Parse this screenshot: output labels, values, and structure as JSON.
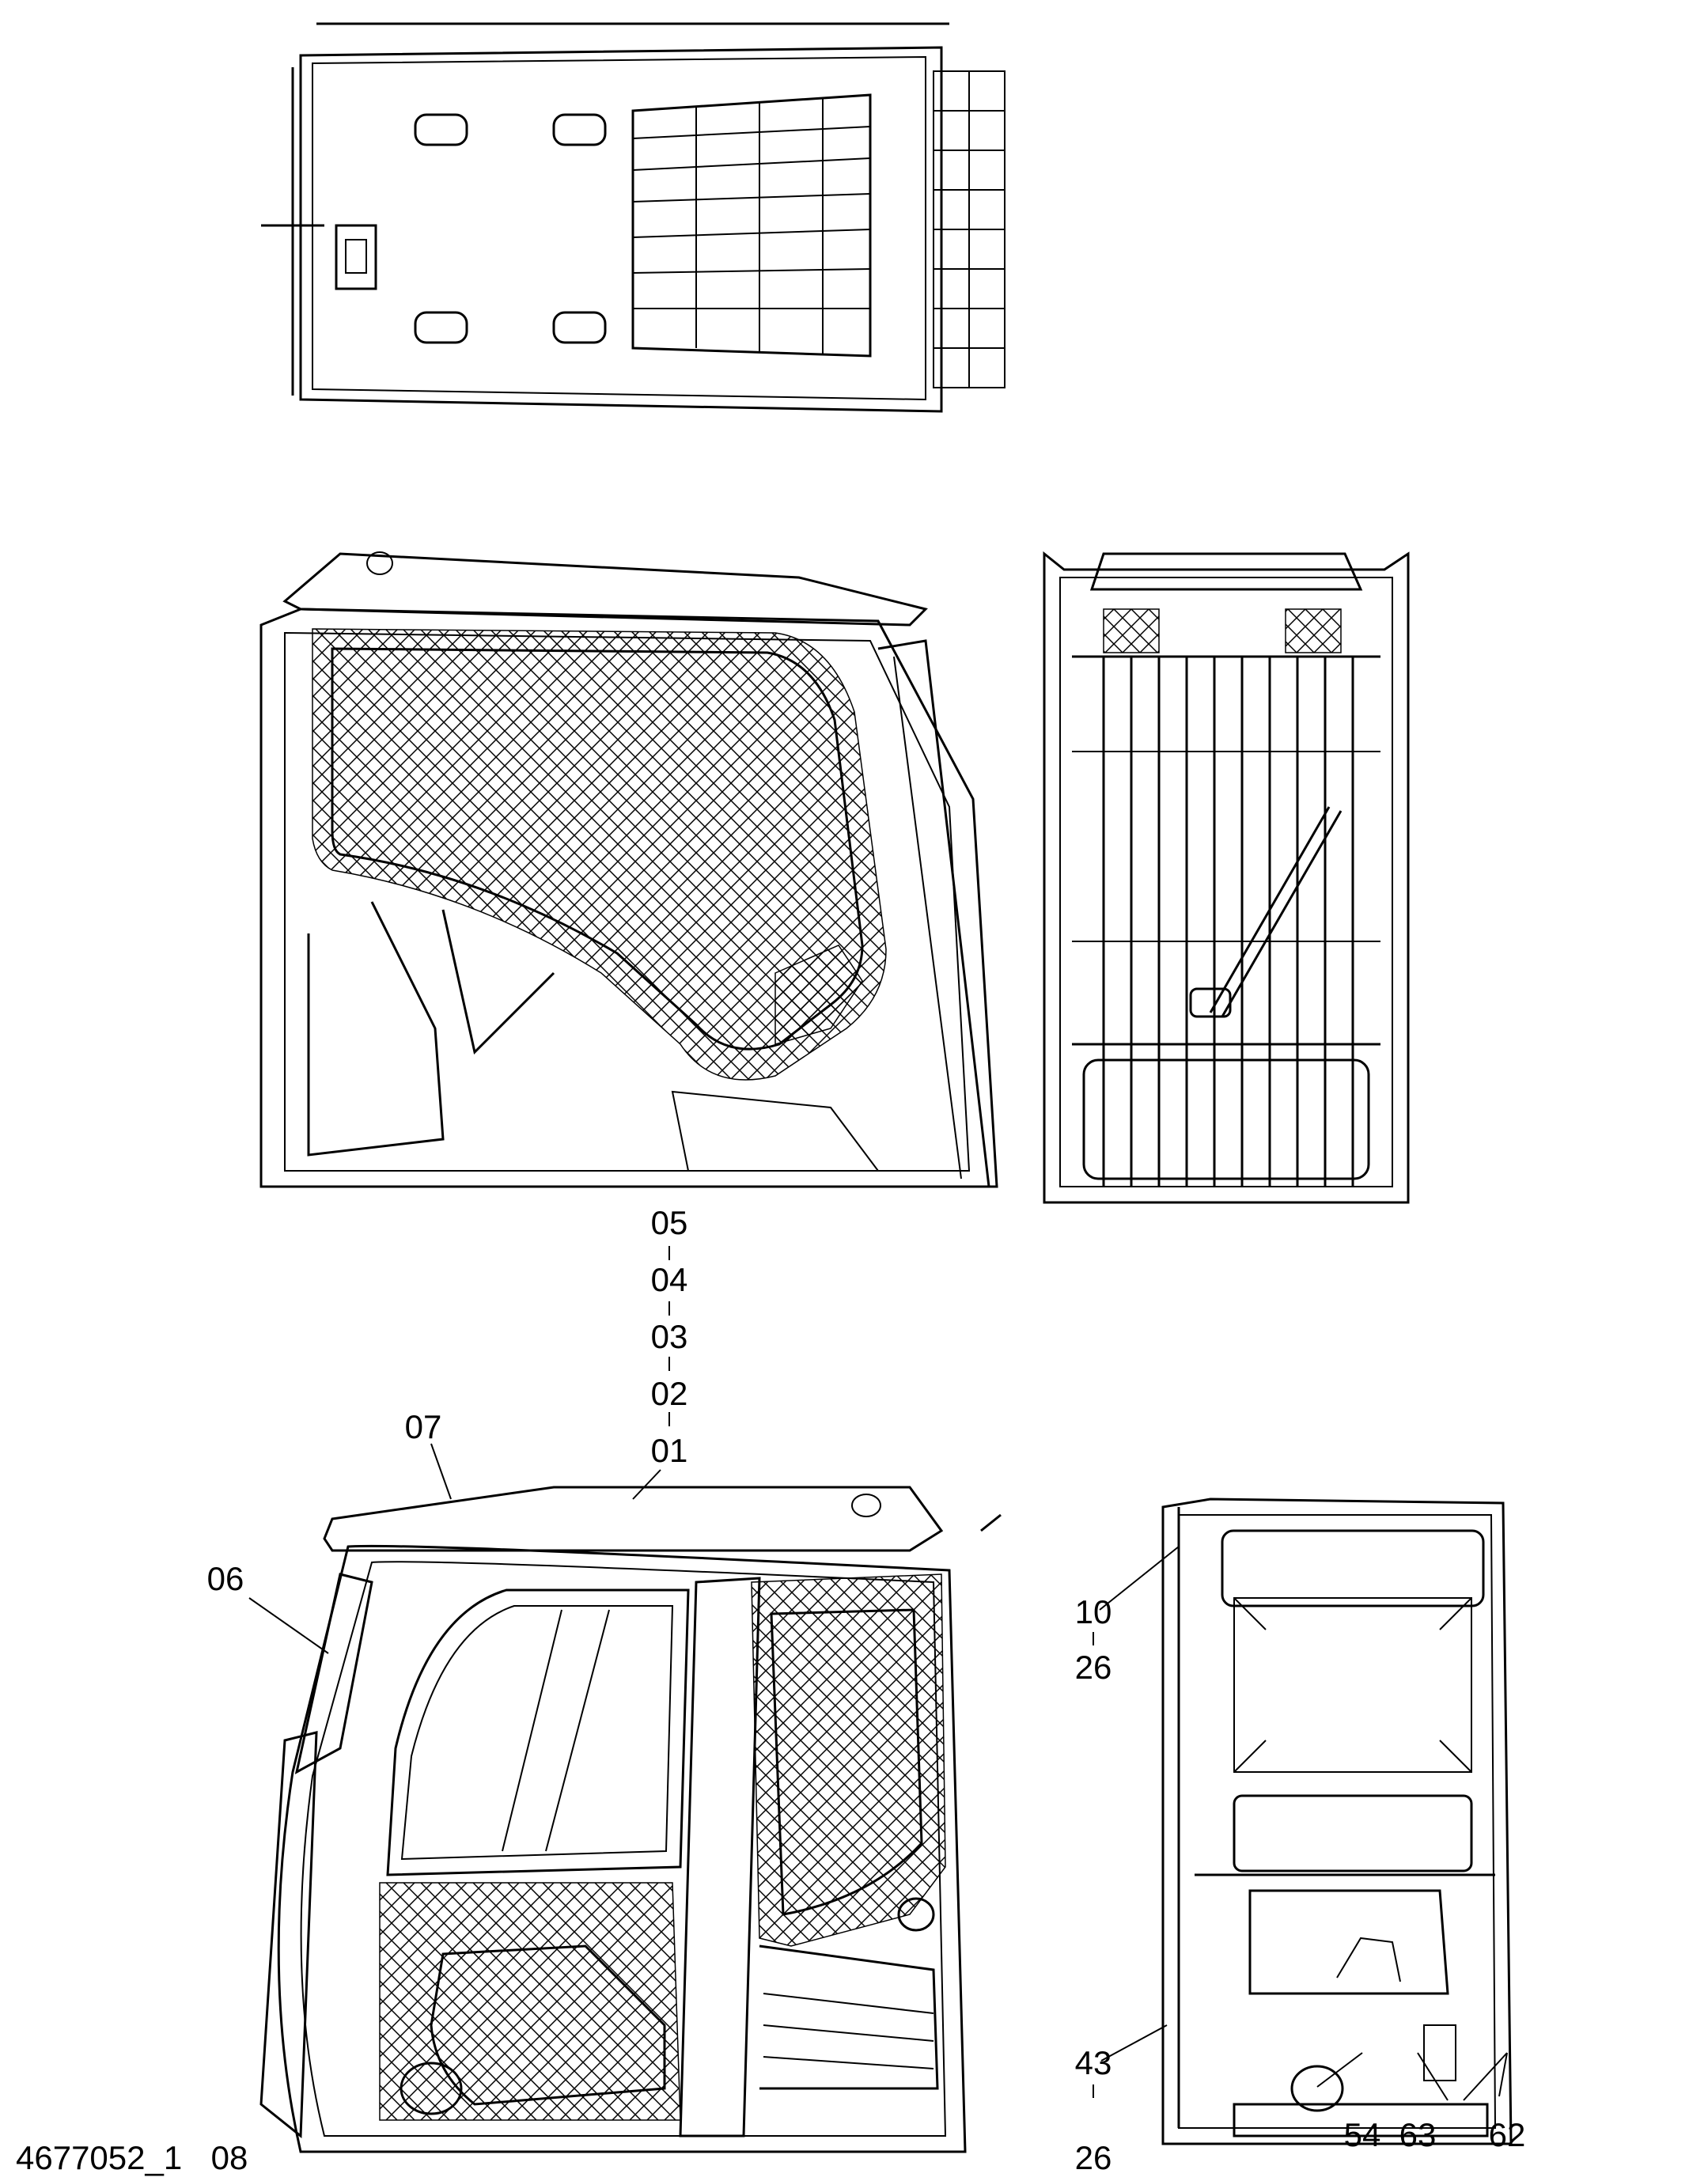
{
  "drawing": {
    "id_label": "4677052_1"
  },
  "callouts": {
    "stack_top": [
      "05",
      "04",
      "03",
      "02",
      "01"
    ],
    "roof": "07",
    "rear_pillar": "06",
    "bottom_left": "08",
    "right_upper_a": "10",
    "right_upper_b": "26",
    "right_lower_a": "43",
    "right_lower_b": "26",
    "right_bottom_1": "54",
    "right_bottom_2": "63",
    "right_bottom_3": "62"
  }
}
